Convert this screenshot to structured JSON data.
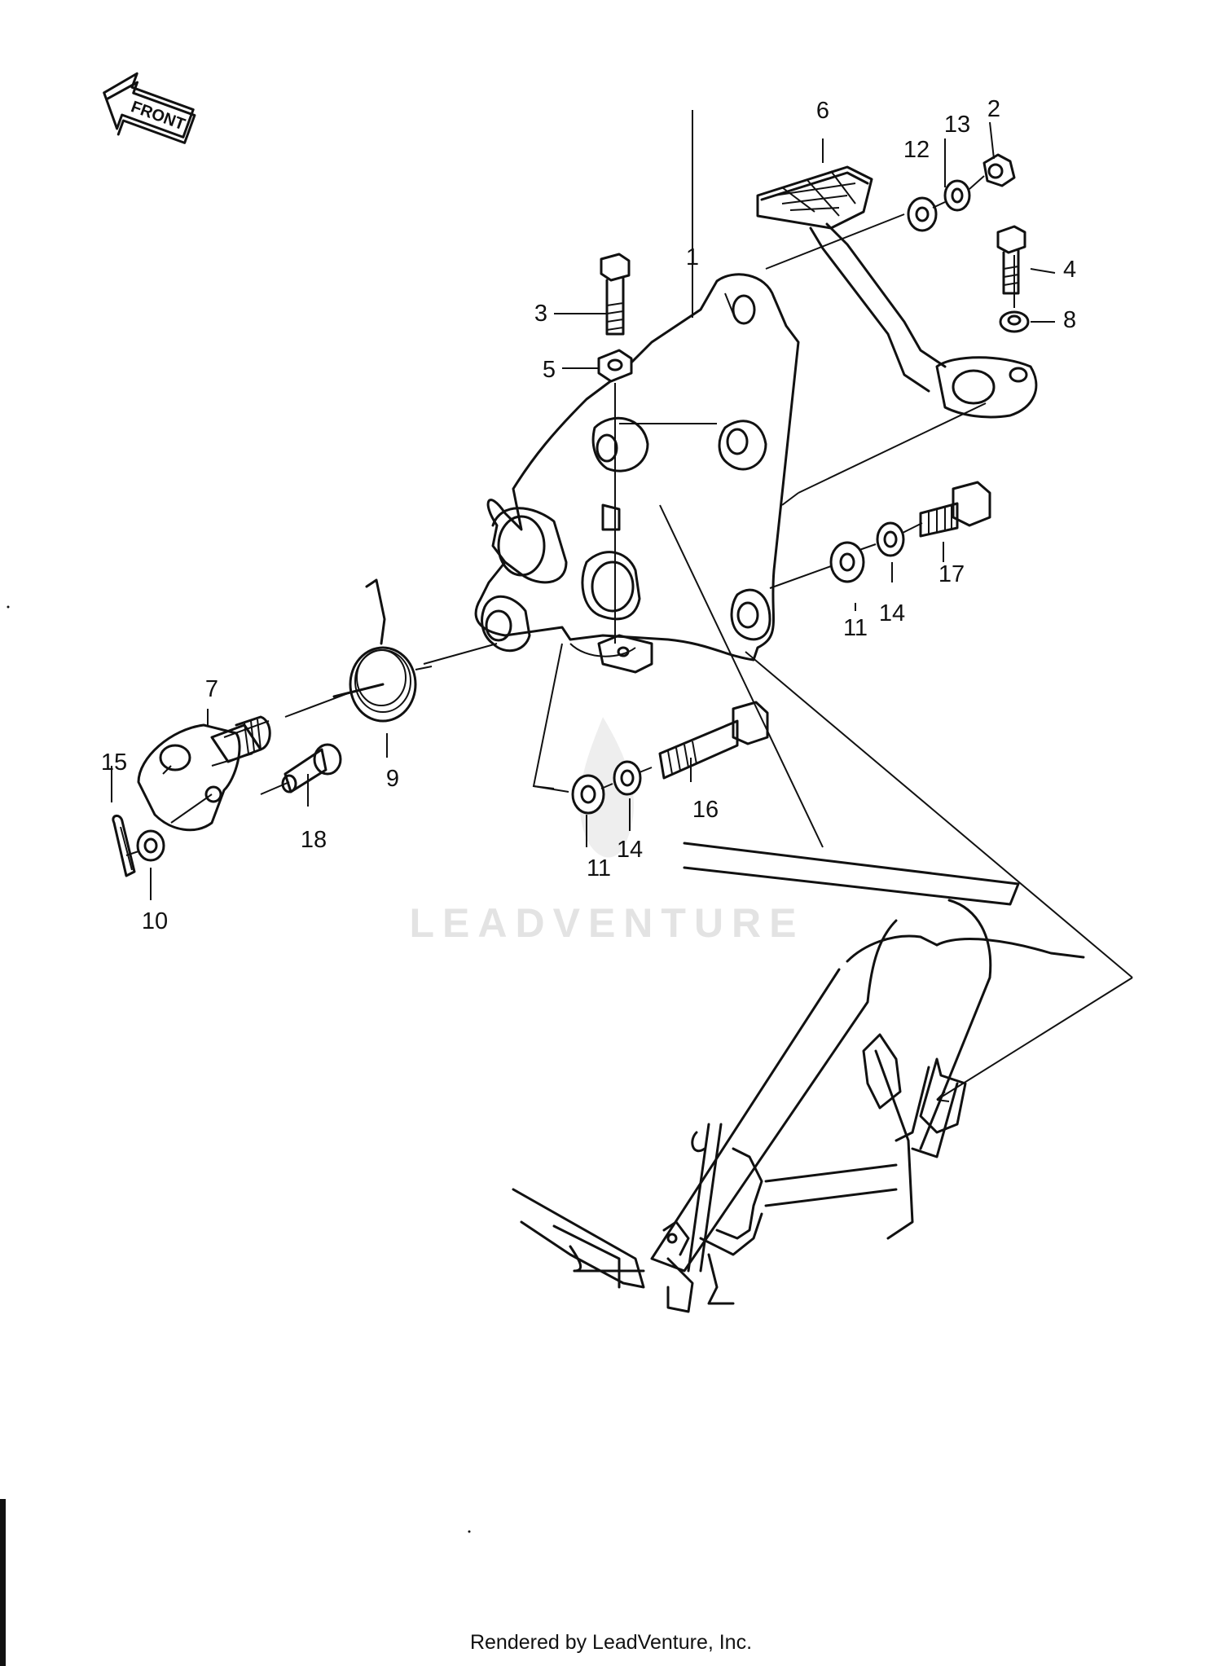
{
  "watermark": "LEADVENTURE",
  "footer": "Rendered by LeadVenture, Inc.",
  "front_arrow": "FRONT",
  "callouts": {
    "c1": "1",
    "c2": "2",
    "c3": "3",
    "c4": "4",
    "c5": "5",
    "c6": "6",
    "c7": "7",
    "c8": "8",
    "c9": "9",
    "c10": "10",
    "c11a": "11",
    "c11b": "11",
    "c12": "12",
    "c13": "13",
    "c14a": "14",
    "c14b": "14",
    "c15": "15",
    "c16": "16",
    "c17": "17",
    "c18": "18"
  }
}
